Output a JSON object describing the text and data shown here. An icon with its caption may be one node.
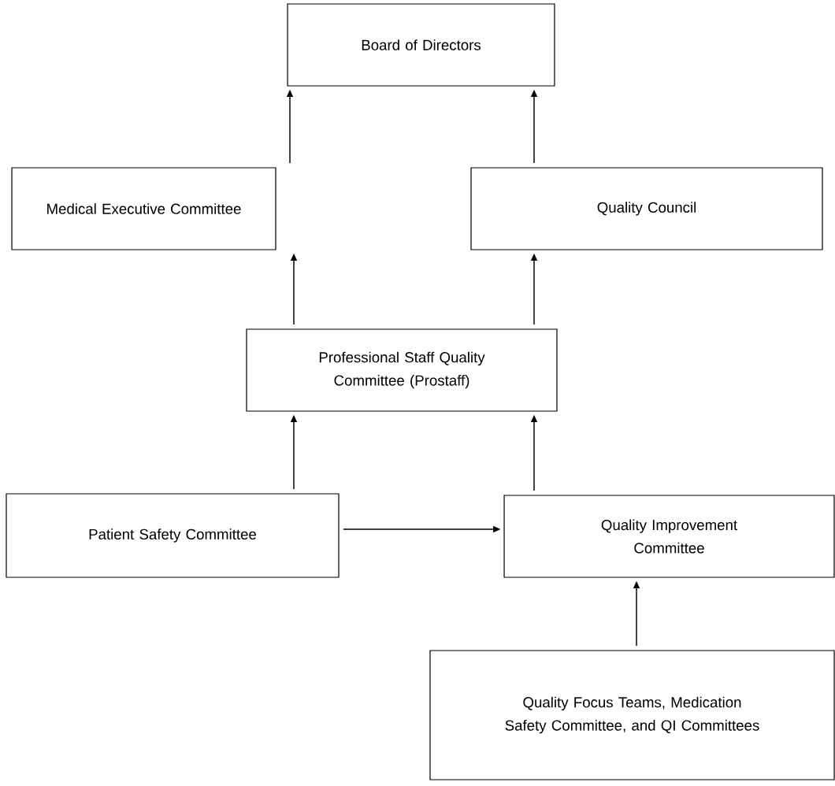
{
  "diagram": {
    "nodes": [
      {
        "text": [
          "Board of Directors"
        ]
      },
      {
        "text": [
          "Medical Executive Committee"
        ]
      },
      {
        "text": [
          "Quality Council"
        ]
      },
      {
        "text": [
          "Professional Staff Quality Committee (Prostaff)"
        ]
      },
      {
        "text": [
          "Patient Safety Committee"
        ]
      },
      {
        "text": [
          "Quality Improvement Committee"
        ]
      },
      {
        "text": [
          "Quality Focus Teams, Medication Safety Committee, and QI Committees"
        ]
      }
    ],
    "edges": [
      {
        "from": 1,
        "to": 0,
        "arrow": "to"
      },
      {
        "from": 2,
        "to": 0,
        "arrow": "to"
      },
      {
        "from": 3,
        "to": 1,
        "arrow": "to"
      },
      {
        "from": 3,
        "to": 2,
        "arrow": "to"
      },
      {
        "from": 4,
        "to": 3,
        "arrow": "to"
      },
      {
        "from": 5,
        "to": 3,
        "arrow": "to"
      },
      {
        "from": 4,
        "to": 5,
        "arrow": "to"
      },
      {
        "from": 6,
        "to": 5,
        "arrow": "to"
      }
    ]
  }
}
